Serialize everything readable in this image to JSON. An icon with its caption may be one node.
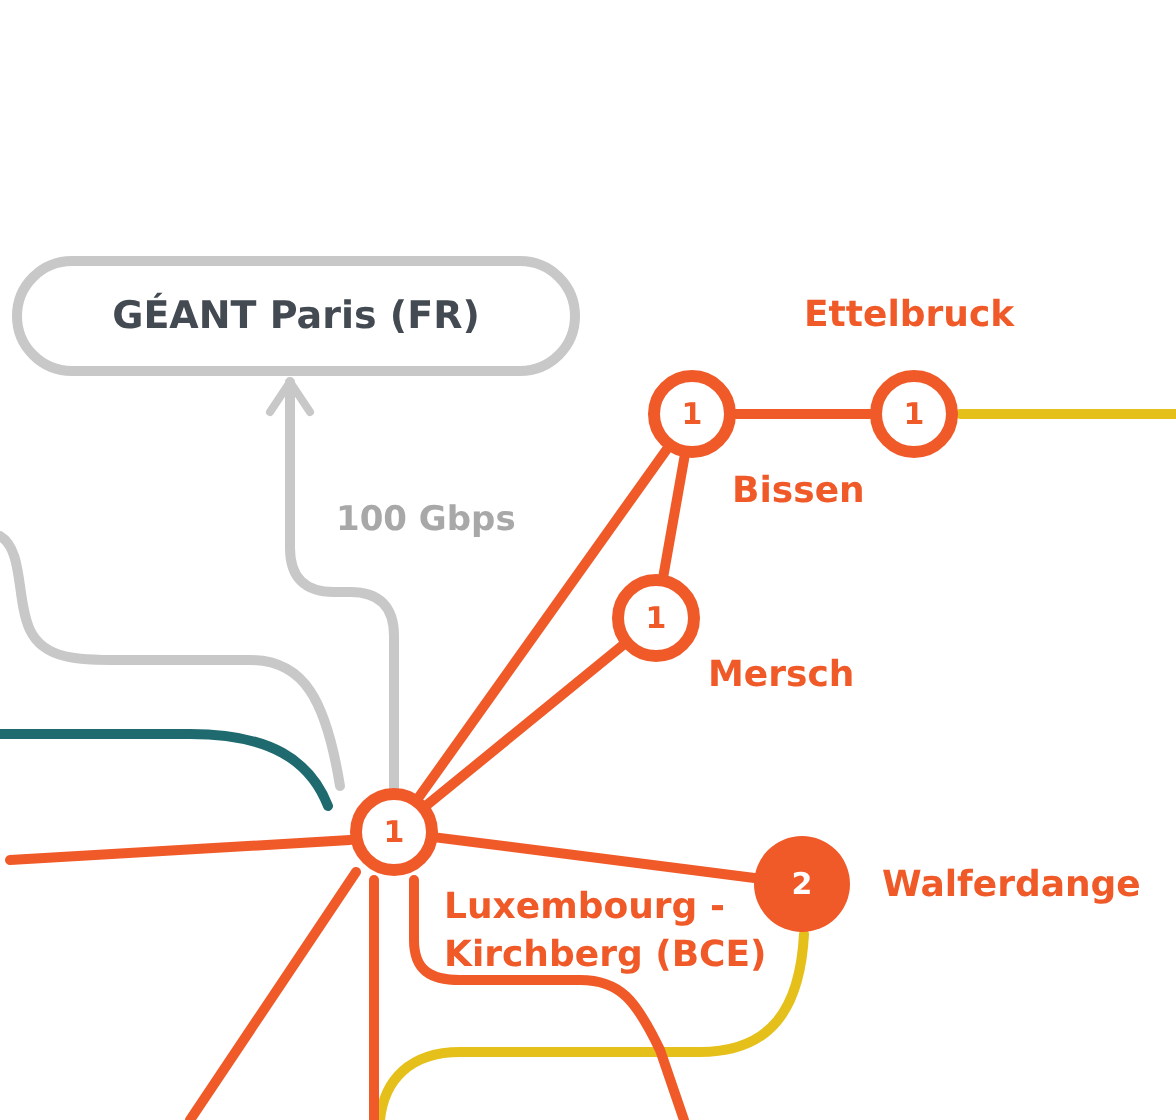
{
  "diagram": {
    "nodes": [
      {
        "text": [
          "GÉANT Paris (FR)"
        ]
      },
      {
        "text": [
          "1"
        ],
        "beside": [
          "Ettelbruck"
        ]
      },
      {
        "text": [
          "1"
        ],
        "beside": [
          "Bissen"
        ]
      },
      {
        "text": [
          "1"
        ],
        "beside": [
          "Mersch"
        ]
      },
      {
        "text": [
          "1"
        ],
        "beside": [
          "Luxembourg - Kirchberg (BCE)"
        ]
      },
      {
        "text": [
          "2"
        ],
        "beside": [
          "Walferdange"
        ]
      }
    ],
    "edges": [
      {
        "from": 4,
        "to": 0,
        "arrow": "to",
        "label": "100 Gbps",
        "color": "#c8c8c8"
      },
      {
        "from": null,
        "to": 4,
        "arrow": "none",
        "color": "#c8c8c8"
      },
      {
        "from": null,
        "to": 4,
        "arrow": "none",
        "color": "#1e6a6e"
      },
      {
        "from": null,
        "to": 4,
        "arrow": "none"
      },
      {
        "from": 4,
        "to": 2,
        "arrow": "none"
      },
      {
        "from": 4,
        "to": 3,
        "arrow": "none"
      },
      {
        "from": 3,
        "to": 2,
        "arrow": "none"
      },
      {
        "from": 2,
        "to": 1,
        "arrow": "none"
      },
      {
        "from": 1,
        "to": null,
        "arrow": "none",
        "color": "#e6c01a"
      },
      {
        "from": 4,
        "to": 5,
        "arrow": "none"
      },
      {
        "from": 5,
        "to": null,
        "arrow": "none",
        "color": "#e6c01a"
      },
      {
        "from": 4,
        "to": null,
        "arrow": "none"
      },
      {
        "from": 4,
        "to": null,
        "arrow": "none"
      },
      {
        "from": 4,
        "to": null,
        "arrow": "none"
      }
    ]
  }
}
